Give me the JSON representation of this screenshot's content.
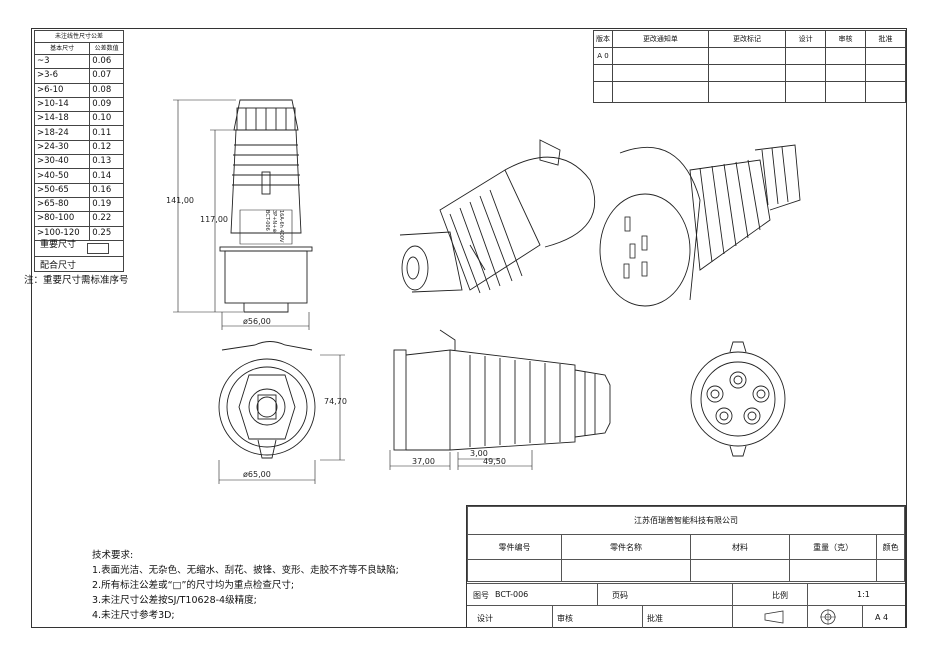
{
  "tolerance_table": {
    "title": "未注线性尺寸公差",
    "col_size": "基本尺寸",
    "col_tol": "公差数值",
    "rows": [
      {
        "size": "~3",
        "tol": "0.06"
      },
      {
        "size": ">3-6",
        "tol": "0.07"
      },
      {
        "size": ">6-10",
        "tol": "0.08"
      },
      {
        "size": ">10-14",
        "tol": "0.09"
      },
      {
        "size": ">14-18",
        "tol": "0.10"
      },
      {
        "size": ">18-24",
        "tol": "0.11"
      },
      {
        "size": ">24-30",
        "tol": "0.12"
      },
      {
        "size": ">30-40",
        "tol": "0.13"
      },
      {
        "size": ">40-50",
        "tol": "0.14"
      },
      {
        "size": ">50-65",
        "tol": "0.16"
      },
      {
        "size": ">65-80",
        "tol": "0.19"
      },
      {
        "size": ">80-100",
        "tol": "0.22"
      },
      {
        "size": ">100-120",
        "tol": "0.25"
      }
    ],
    "key_dim_label": "重要尺寸",
    "fit_dim_label": "配合尺寸",
    "note": "注：重要尺寸需标准序号"
  },
  "revision_table": {
    "headers": [
      "版本",
      "更改通知单",
      "更改标记",
      "设计",
      "审核",
      "批准"
    ],
    "first_version": "A 0"
  },
  "dimensions": {
    "overall_height": "141,00",
    "body_height": "117,00",
    "diameter_side": "ø56,00",
    "diameter_front": "ø65,00",
    "front_height": "74,70",
    "side_d1": "37,00",
    "side_d2": "3,00",
    "side_d3": "49,50"
  },
  "label_text": {
    "line1": "BCT-006",
    "line2": "3P+N+⊕",
    "line3": "16A-6h 400V"
  },
  "title_block": {
    "company": "江苏佰瑞普智能科技有限公司",
    "part_no_label": "零件编号",
    "part_name_label": "零件名称",
    "material_label": "材料",
    "weight_label": "重量（克）",
    "color_label": "颜色",
    "drawing_no_label": "图号",
    "drawing_no": "BCT-006",
    "page_label": "页码",
    "scale_label": "比例",
    "scale": "1:1",
    "design_label": "设计",
    "review_label": "审核",
    "approve_label": "批准",
    "sheet_size": "A 4"
  },
  "technical_requirements": {
    "title": "技术要求:",
    "items": [
      "1.表面光洁、无杂色、无缩水、刮花、披锋、变形、走胶不齐等不良缺陷;",
      "2.所有标注公差或“□”的尺寸均为重点检查尺寸;",
      "3.未注尺寸公差按SJ/T10628-4级精度;",
      "4.未注尺寸参考3D;"
    ]
  }
}
